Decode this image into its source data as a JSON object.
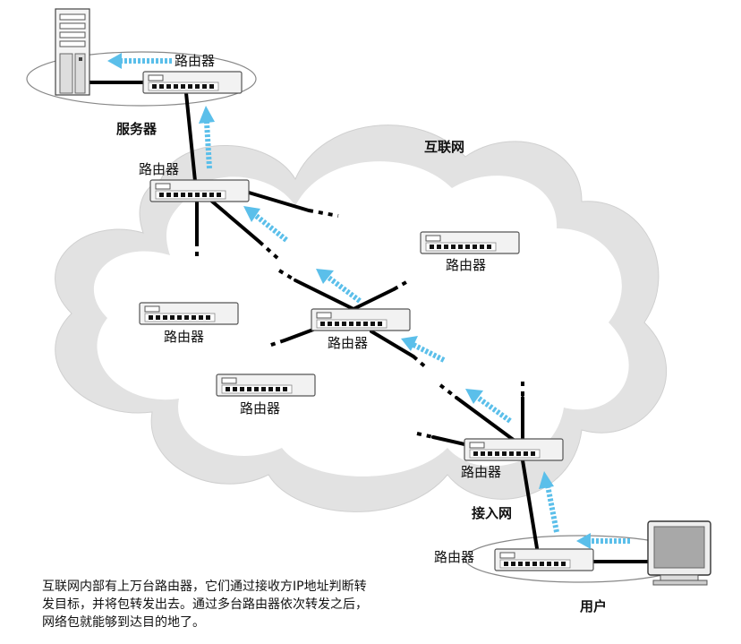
{
  "labels": {
    "server": "服务器",
    "internet": "互联网",
    "access_network": "接入网",
    "user": "用户",
    "router": "路由器"
  },
  "caption": {
    "line1": "互联网内部有上万台路由器，它们通过接收方IP地址判断转",
    "line2": "发目标，并将包转发出去。通过多台路由器依次转发之后，",
    "line3": "网络包就能够到达目的地了。"
  },
  "colors": {
    "cloud_fill": "#e2e2e2",
    "cloud_inner": "#ffffff",
    "arrow": "#5bbfea",
    "cable": "#000000",
    "router_body": "#f2f2f2",
    "router_border": "#555555"
  },
  "icons": [
    "server-tower-icon",
    "router-icon",
    "monitor-icon",
    "packet-arrow-icon"
  ]
}
